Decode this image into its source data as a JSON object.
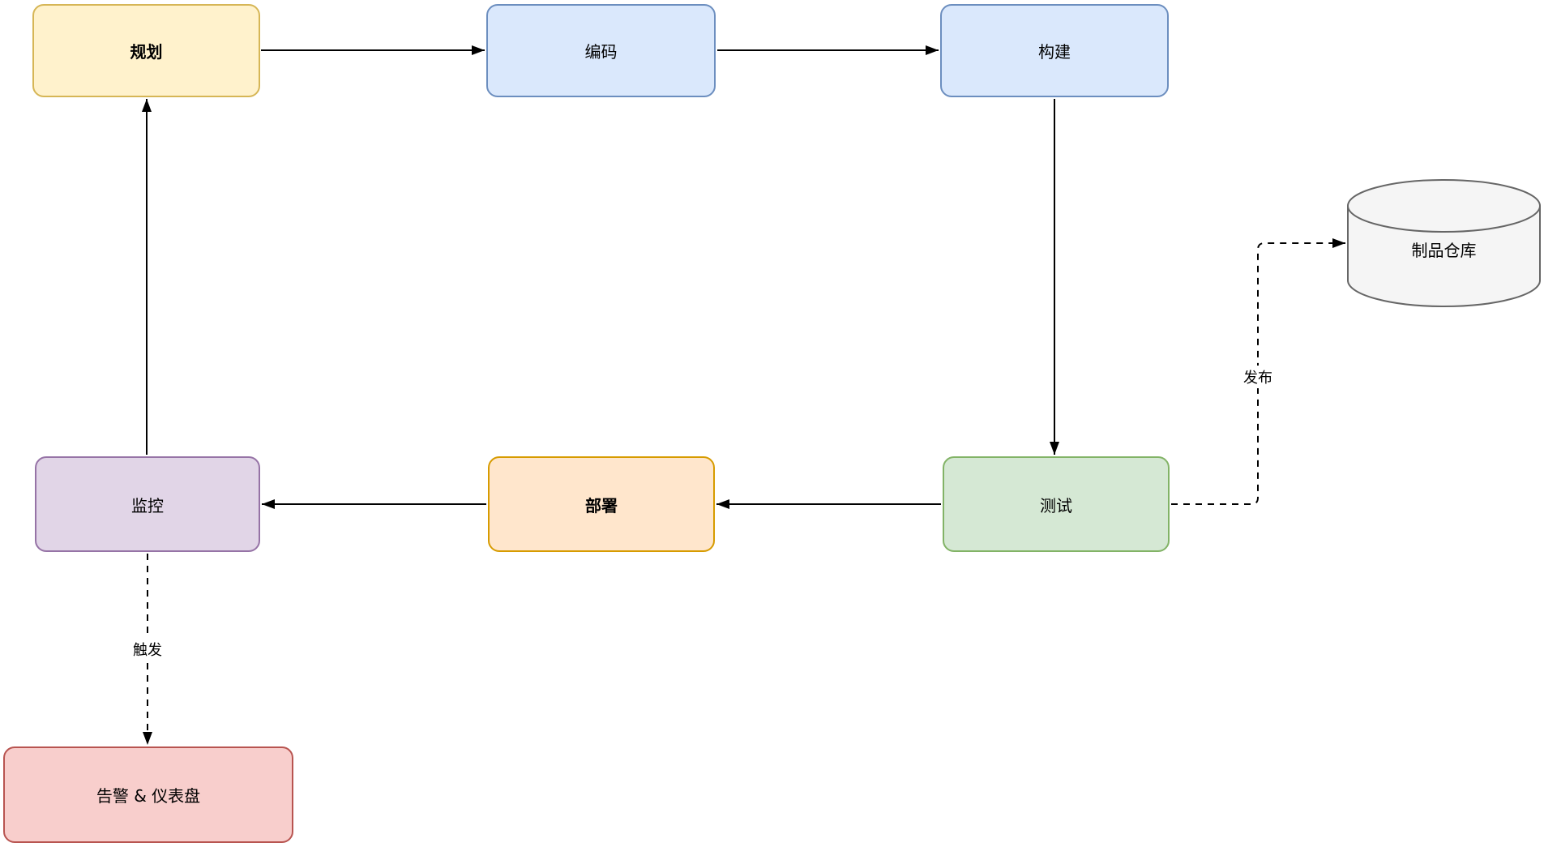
{
  "diagram": {
    "type": "flowchart",
    "background": "#ffffff",
    "edge_color": "#000000",
    "nodes": [
      {
        "id": "plan",
        "label": "规划",
        "shape": "rounded-rect",
        "fill": "#FFF2CC",
        "stroke": "#D6B656",
        "bold": true
      },
      {
        "id": "code",
        "label": "编码",
        "shape": "rounded-rect",
        "fill": "#DAE8FC",
        "stroke": "#6C8EBF",
        "bold": false
      },
      {
        "id": "build",
        "label": "构建",
        "shape": "rounded-rect",
        "fill": "#DAE8FC",
        "stroke": "#6C8EBF",
        "bold": false
      },
      {
        "id": "artifact-repo",
        "label": "制品仓库",
        "shape": "cylinder",
        "fill": "#F5F5F5",
        "stroke": "#666666",
        "bold": false
      },
      {
        "id": "test",
        "label": "测试",
        "shape": "rounded-rect",
        "fill": "#D5E8D4",
        "stroke": "#82B366",
        "bold": false
      },
      {
        "id": "deploy",
        "label": "部署",
        "shape": "rounded-rect",
        "fill": "#FFE6CC",
        "stroke": "#D79B00",
        "bold": true
      },
      {
        "id": "monitor",
        "label": "监控",
        "shape": "rounded-rect",
        "fill": "#E1D5E7",
        "stroke": "#9673A6",
        "bold": false
      },
      {
        "id": "alerts-dashboard",
        "label": "告警 & 仪表盘",
        "shape": "rounded-rect",
        "fill": "#F8CECC",
        "stroke": "#B85450",
        "bold": false
      }
    ],
    "edges": [
      {
        "from": "plan",
        "to": "code",
        "style": "solid",
        "label": ""
      },
      {
        "from": "code",
        "to": "build",
        "style": "solid",
        "label": ""
      },
      {
        "from": "build",
        "to": "test",
        "style": "solid",
        "label": ""
      },
      {
        "from": "test",
        "to": "deploy",
        "style": "solid",
        "label": ""
      },
      {
        "from": "deploy",
        "to": "monitor",
        "style": "solid",
        "label": ""
      },
      {
        "from": "monitor",
        "to": "plan",
        "style": "solid",
        "label": ""
      },
      {
        "from": "test",
        "to": "artifact-repo",
        "style": "dashed",
        "label": "发布"
      },
      {
        "from": "monitor",
        "to": "alerts-dashboard",
        "style": "dashed",
        "label": "触发"
      }
    ]
  }
}
